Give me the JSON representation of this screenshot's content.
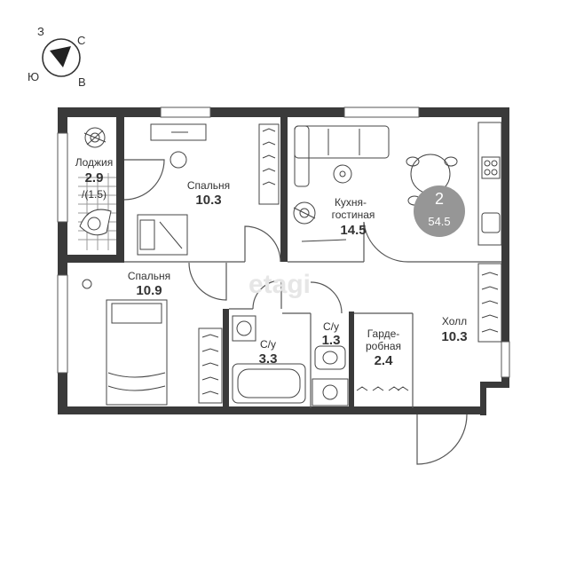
{
  "compass": {
    "north": "С",
    "east": "В",
    "west": "З",
    "south": "Ю"
  },
  "badge": {
    "rooms": "2",
    "total_area": "54.5",
    "color": "#969696"
  },
  "watermark": "etagi",
  "colors": {
    "wall": "#3a3a3a",
    "line": "#555555",
    "text": "#333333",
    "furniture": "#444444"
  },
  "rooms": {
    "loggia": {
      "name": "Лоджия",
      "area": "2.9",
      "area_secondary": "/(1.5)"
    },
    "bedroom1": {
      "name": "Спальня",
      "area": "10.3"
    },
    "kitchen": {
      "name_line1": "Кухня-",
      "name_line2": "гостиная",
      "area": "14.5"
    },
    "bedroom2": {
      "name": "Спальня",
      "area": "10.9"
    },
    "bath1": {
      "name": "С/у",
      "area": "3.3"
    },
    "bath2": {
      "name": "С/у",
      "area": "1.3"
    },
    "wardrobe": {
      "name_line1": "Гарде-",
      "name_line2": "робная",
      "area": "2.4"
    },
    "hall": {
      "name": "Холл",
      "area": "10.3"
    }
  }
}
